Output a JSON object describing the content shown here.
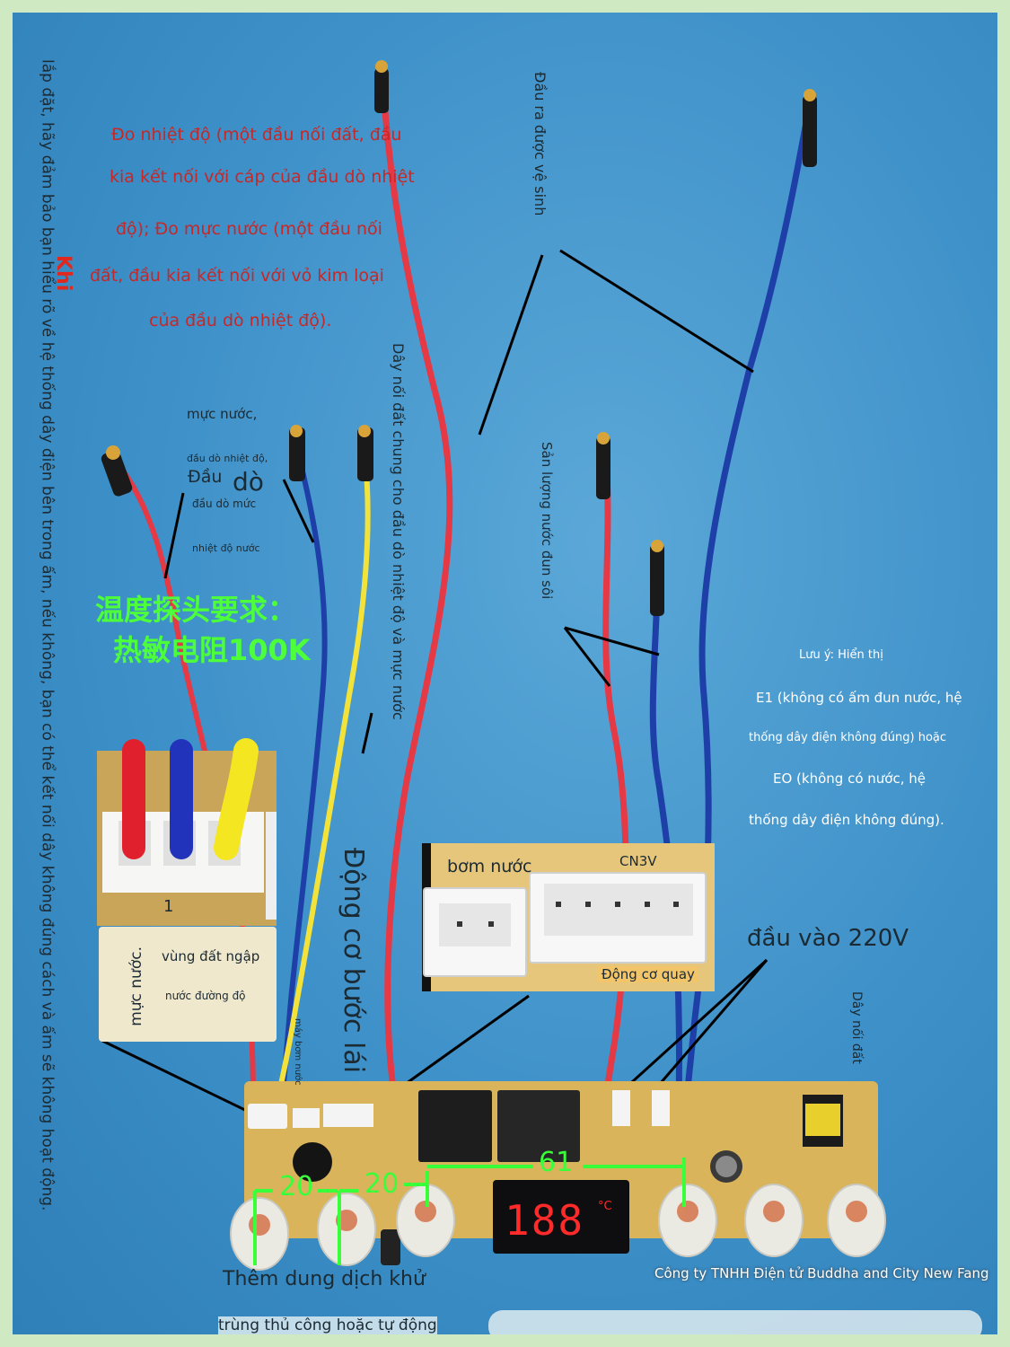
{
  "labels": {
    "temp_line1": "Đo nhiệt độ (một đầu nối đất, đầu",
    "temp_line2": "kia kết nối với cáp của đầu dò nhiệt",
    "temp_line3": "độ); Đo mực nước (một đầu nối",
    "temp_line4": "đất, đầu kia kết nối với vỏ kim loại",
    "temp_line5": "của đầu dò nhiệt độ).",
    "left_vertical": "lắp đặt, hãy đảm bảo bạn hiểu rõ về hệ thống dây điện bên trong ấm, nếu không, bạn có thể kết nối dây không đúng cách và ấm sẽ không hoạt động.",
    "khi": "Khi",
    "water_level": "mực nước,",
    "probe_temp": "đầu dò nhiệt độ,",
    "dau": "Đầu",
    "do": "dò",
    "probe_level": "đầu dò mức",
    "temp_water": "nhiệt độ nước",
    "cn_req1": "温度探头要求：",
    "cn_req2": "热敏电阻100K",
    "common_ground": "Dây nối đất chung cho đầu dò nhiệt độ và mực nước",
    "sanitize_out": "Đầu ra được vệ sinh",
    "boil_output": "Sản lượng nước đun sôi",
    "note_title": "Lưu ý: Hiển thị",
    "note_e1a": "E1 (không có ấm đun nước, hệ",
    "note_e1b": "thống dây điện không đúng) hoặc",
    "note_eoa": "EO (không có nước, hệ",
    "note_eob": "thống dây điện không đúng).",
    "stepper": "Động cơ bước lái",
    "pump": "bơm nước",
    "cn3v": "CN3V",
    "rotary_motor": "Động cơ quay",
    "input_220": "đầu vào 220V",
    "ground_wire": "Dây nối đất",
    "water_level_v": "mực nước.",
    "flood_zone": "vùng đất ngập",
    "road_water": "nước đường độ",
    "pump_machine": "máy bơm nước",
    "dim_20a": "20",
    "dim_20b": "20",
    "dim_61": "61",
    "display": "188",
    "display_unit": "°C",
    "disinfect1": "Thêm dung dịch khử",
    "disinfect2": "trùng thủ công hoặc tự động",
    "company": "Công ty TNHH Điện tử Buddha and City New Fang",
    "connector_no": "1"
  },
  "colors": {
    "background": "#3d90c8",
    "border": "#cfe9c3",
    "wire_red": "#e53946",
    "wire_blue": "#1f3fa8",
    "wire_yellow": "#f2e23a",
    "pcb": "#d9b45a",
    "display_digits": "#ff2a2a",
    "dimension": "#39ff3a"
  }
}
